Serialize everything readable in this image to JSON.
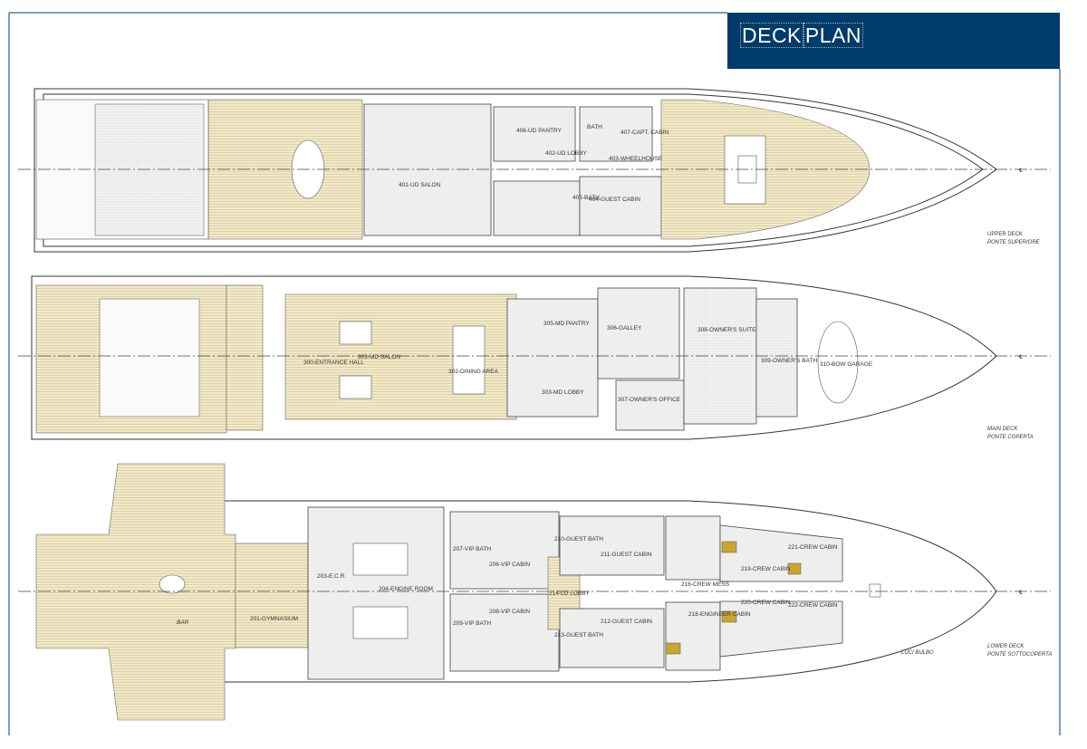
{
  "title": {
    "word1": "DECK",
    "word2": "PLAN",
    "background": "#003b6b"
  },
  "decks": {
    "upper": {
      "name": "UPPER DECK",
      "name_it": "PONTE SUPERIORE",
      "rooms": [
        "401-UD SALON",
        "402-UD LOBBY",
        "403-WHEELHOUSE",
        "404-GUEST CABIN",
        "405-BATH",
        "406-UD PANTRY",
        "407-CAPT. CABIN",
        "BATH"
      ]
    },
    "main": {
      "name": "MAIN DECK",
      "name_it": "PONTE COPERTA",
      "rooms": [
        "300-ENTRANCE HALL",
        "301-MD SALON",
        "302-DINING AREA",
        "303-MD LOBBY",
        "305-MD PANTRY",
        "306-GALLEY",
        "307-OWNER'S OFFICE",
        "308-OWNER'S SUITE",
        "309-OWNER'S BATH",
        "310-BOW GARAGE"
      ]
    },
    "lower": {
      "name": "LOWER DECK",
      "name_it": "PONTE SOTTOCOPERTA",
      "rooms": [
        "BAR",
        "201-GYMNASIUM",
        "203-E.C.R.",
        "204-ENGINE ROOM",
        "206-VIP CABIN",
        "207-VIP BATH",
        "208-VIP CABIN",
        "209-VIP BATH",
        "210-GUEST BATH",
        "211-GUEST CABIN",
        "212-GUEST CABIN",
        "213-GUEST BATH",
        "214-LD LOBBY",
        "216-CREW MESS",
        "218-ENGINEER CABIN",
        "219-CREW CABIN",
        "220-CREW CABIN",
        "221-CREW CABIN",
        "222-CREW CABIN"
      ],
      "note": "LUCI BULBO"
    }
  },
  "centerline_symbol": "℄"
}
